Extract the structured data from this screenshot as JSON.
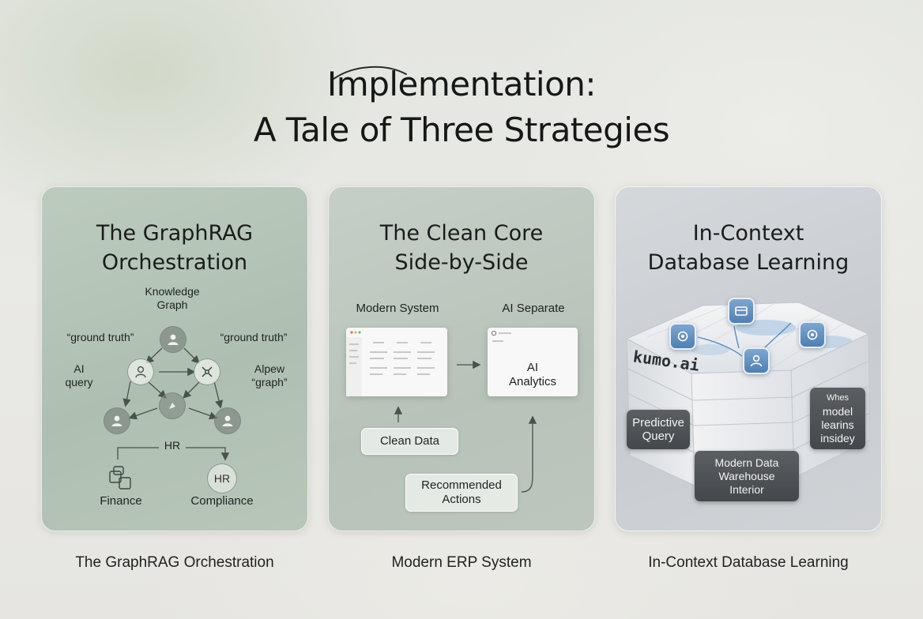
{
  "title": {
    "line1": "Implementation:",
    "line2": "A Tale of Three Strategies"
  },
  "cards": [
    {
      "title_line1": "The GraphRAG",
      "title_line2": "Orchestration",
      "caption": "The GraphRAG Orchestration",
      "labels": {
        "knowledge_graph_1": "Knowledge",
        "knowledge_graph_2": "Graph",
        "ground_truth_left": "“ground truth”",
        "ground_truth_right": "“ground truth”",
        "ai_query_1": "AI",
        "ai_query_2": "query",
        "alpew_graph_1": "Alpew",
        "alpew_graph_2": "“graph”",
        "hr": "HR",
        "hr_icon": "HR",
        "finance": "Finance",
        "compliance": "Compliance"
      }
    },
    {
      "title_line1": "The Clean Core",
      "title_line2": "Side-by-Side",
      "caption": "Modern ERP System",
      "labels": {
        "modern_system": "Modern System",
        "ai_separate": "AI Separate",
        "ai_analytics_1": "AI",
        "ai_analytics_2": "Analytics",
        "clean_data": "Clean Data",
        "recommended_1": "Recommended",
        "recommended_2": "Actions"
      }
    },
    {
      "title_line1": "In-Context",
      "title_line2": "Database Learning",
      "caption": "In-Context Database Learning",
      "labels": {
        "brand": "kumo.ai",
        "predictive_1": "Predictive",
        "predictive_2": "Query",
        "model_1": "Whes",
        "model_2": "model",
        "model_3": "learins",
        "model_4": "insidey",
        "warehouse_1": "Modern Data",
        "warehouse_2": "Warehouse",
        "warehouse_3": "Interior"
      }
    }
  ],
  "icons": {
    "person": "person-icon",
    "network": "network-icon",
    "finance": "finance-icon",
    "server": "server-icon",
    "settings": "settings-icon"
  },
  "colors": {
    "card1": "#b4c4b6",
    "card2": "#bcc7be",
    "card3": "#ccd0d4",
    "chip": "#5f8cbd",
    "dark_box": "#4c5054"
  }
}
